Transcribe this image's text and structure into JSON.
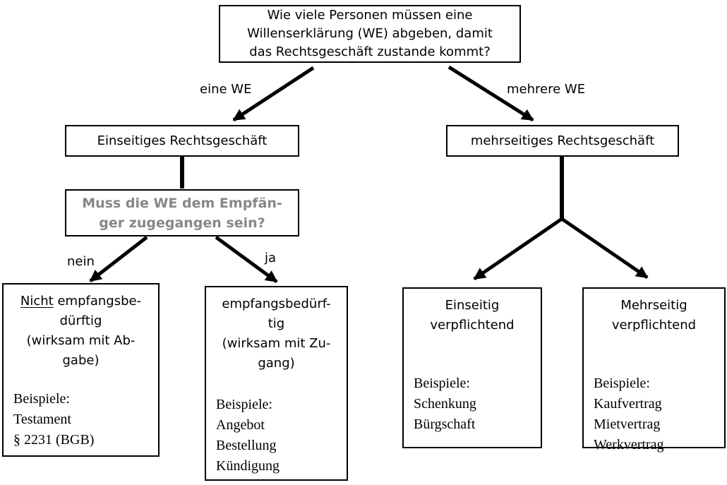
{
  "diagram": {
    "background": "#ffffff",
    "line_color": "#000000",
    "question_text_color": "#878787",
    "title_box": {
      "lines": [
        "Wie viele Personen müssen eine",
        "Willenserklärung (WE) abgeben, damit",
        "das Rechtsgeschäft zustande kommt?"
      ]
    },
    "edge_labels": {
      "eine_we": "eine WE",
      "mehrere_we": "mehrere WE",
      "nein": "nein",
      "ja": "ja"
    },
    "einseitig_box_label": "Einseitiges Rechtsgeschäft",
    "mehrseitig_box_label": "mehrseitiges Rechtsgeschäft",
    "question_box": {
      "lines": [
        "Muss die WE dem Empfän-",
        "ger zugegangen sein?"
      ]
    },
    "leaf_boxes": [
      {
        "heading_underlined": "Nicht",
        "heading_rest": " empfangsbe-",
        "heading_line2": "dürftig",
        "subnote_lines": [
          "(wirksam mit Ab-",
          "gabe)"
        ],
        "examples": [
          "Beispiele:",
          "Testament",
          "§ 2231 (BGB)"
        ]
      },
      {
        "heading_underlined": "",
        "heading_rest": "empfangsbedürf-",
        "heading_line2": "tig",
        "subnote_lines": [
          "(wirksam mit Zu-",
          "gang)"
        ],
        "examples": [
          "Beispiele:",
          "Angebot",
          "Bestellung",
          "Kündigung"
        ]
      },
      {
        "heading_underlined": "",
        "heading_rest": "Einseitig",
        "heading_line2": "verpflichtend",
        "examples": [
          "Beispiele:",
          "Schenkung",
          "Bürgschaft"
        ]
      },
      {
        "heading_underlined": "",
        "heading_rest": "Mehrseitig",
        "heading_line2": "verpflichtend",
        "examples": [
          "Beispiele:",
          "Kaufvertrag",
          "Mietvertrag",
          "Werkvertrag"
        ]
      }
    ]
  }
}
